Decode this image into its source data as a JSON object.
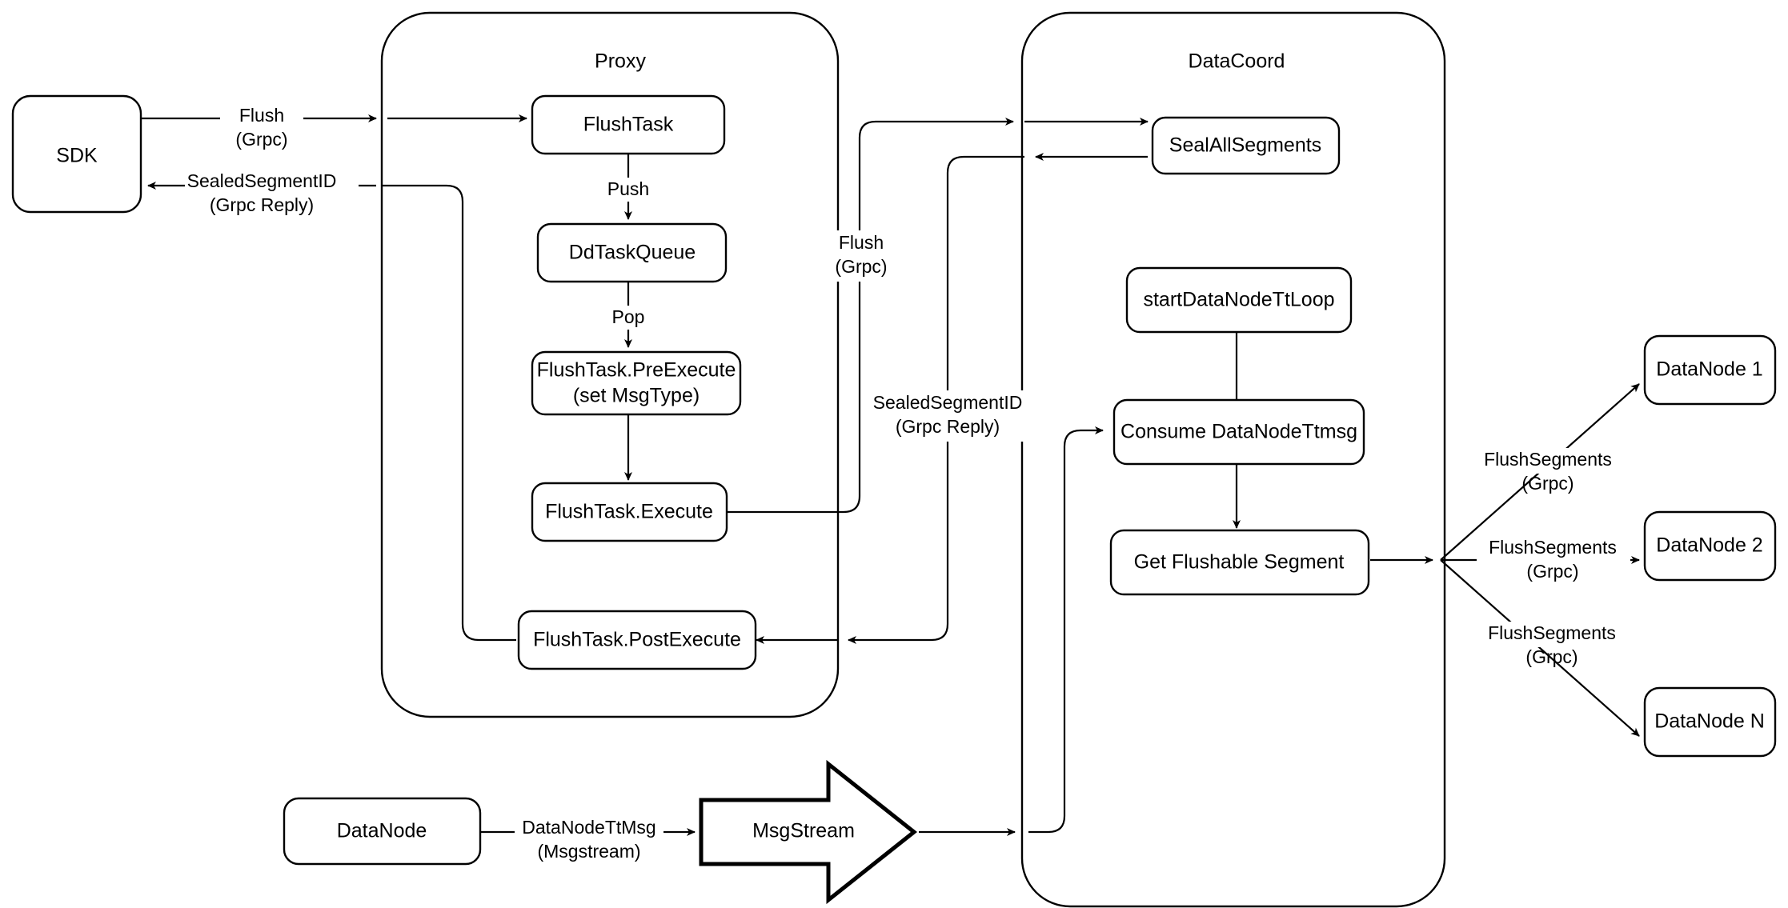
{
  "diagram": {
    "title": "Milvus Flush Sequence Flow",
    "background_color": "#ffffff",
    "stroke_color": "#000000"
  },
  "containers": [
    {
      "id": "proxy",
      "label": "Proxy"
    },
    {
      "id": "datacoord",
      "label": "DataCoord"
    }
  ],
  "nodes": {
    "sdk": {
      "label": "SDK"
    },
    "flush_task": {
      "label": "FlushTask"
    },
    "dd_task_queue": {
      "label": "DdTaskQueue"
    },
    "flush_task_preexecute_line1": {
      "label": "FlushTask.PreExecute"
    },
    "flush_task_preexecute_line2": {
      "label": "(set MsgType)"
    },
    "flush_task_execute": {
      "label": "FlushTask.Execute"
    },
    "flush_task_postexecute": {
      "label": "FlushTask.PostExecute"
    },
    "seal_all_segments": {
      "label": "SealAllSegments"
    },
    "start_datanode_ttloop": {
      "label": "startDataNodeTtLoop"
    },
    "consume_datanode_ttmsg": {
      "label": "Consume DataNodeTtmsg"
    },
    "get_flushable_segment": {
      "label": "Get Flushable Segment"
    },
    "datanode_source": {
      "label": "DataNode"
    },
    "msgstream": {
      "label": "MsgStream"
    },
    "datanode_1": {
      "label": "DataNode 1"
    },
    "datanode_2": {
      "label": "DataNode 2"
    },
    "datanode_n": {
      "label": "DataNode N"
    }
  },
  "edge_labels": {
    "sdk_to_proxy_l1": "Flush",
    "sdk_to_proxy_l2": "(Grpc)",
    "proxy_to_sdk_l1": "SealedSegmentID",
    "proxy_to_sdk_l2": "(Grpc Reply)",
    "push": "Push",
    "pop": "Pop",
    "proxy_to_coord_l1": "Flush",
    "proxy_to_coord_l2": "(Grpc)",
    "coord_to_proxy_l1": "SealedSegmentID",
    "coord_to_proxy_l2": "(Grpc Reply)",
    "datanode_tt_l1": "DataNodeTtMsg",
    "datanode_tt_l2": "(Msgstream)",
    "flush_seg_1_l1": "FlushSegments",
    "flush_seg_1_l2": "(Grpc)",
    "flush_seg_2_l1": "FlushSegments",
    "flush_seg_2_l2": "(Grpc)",
    "flush_seg_n_l1": "FlushSegments",
    "flush_seg_n_l2": "(Grpc)"
  }
}
